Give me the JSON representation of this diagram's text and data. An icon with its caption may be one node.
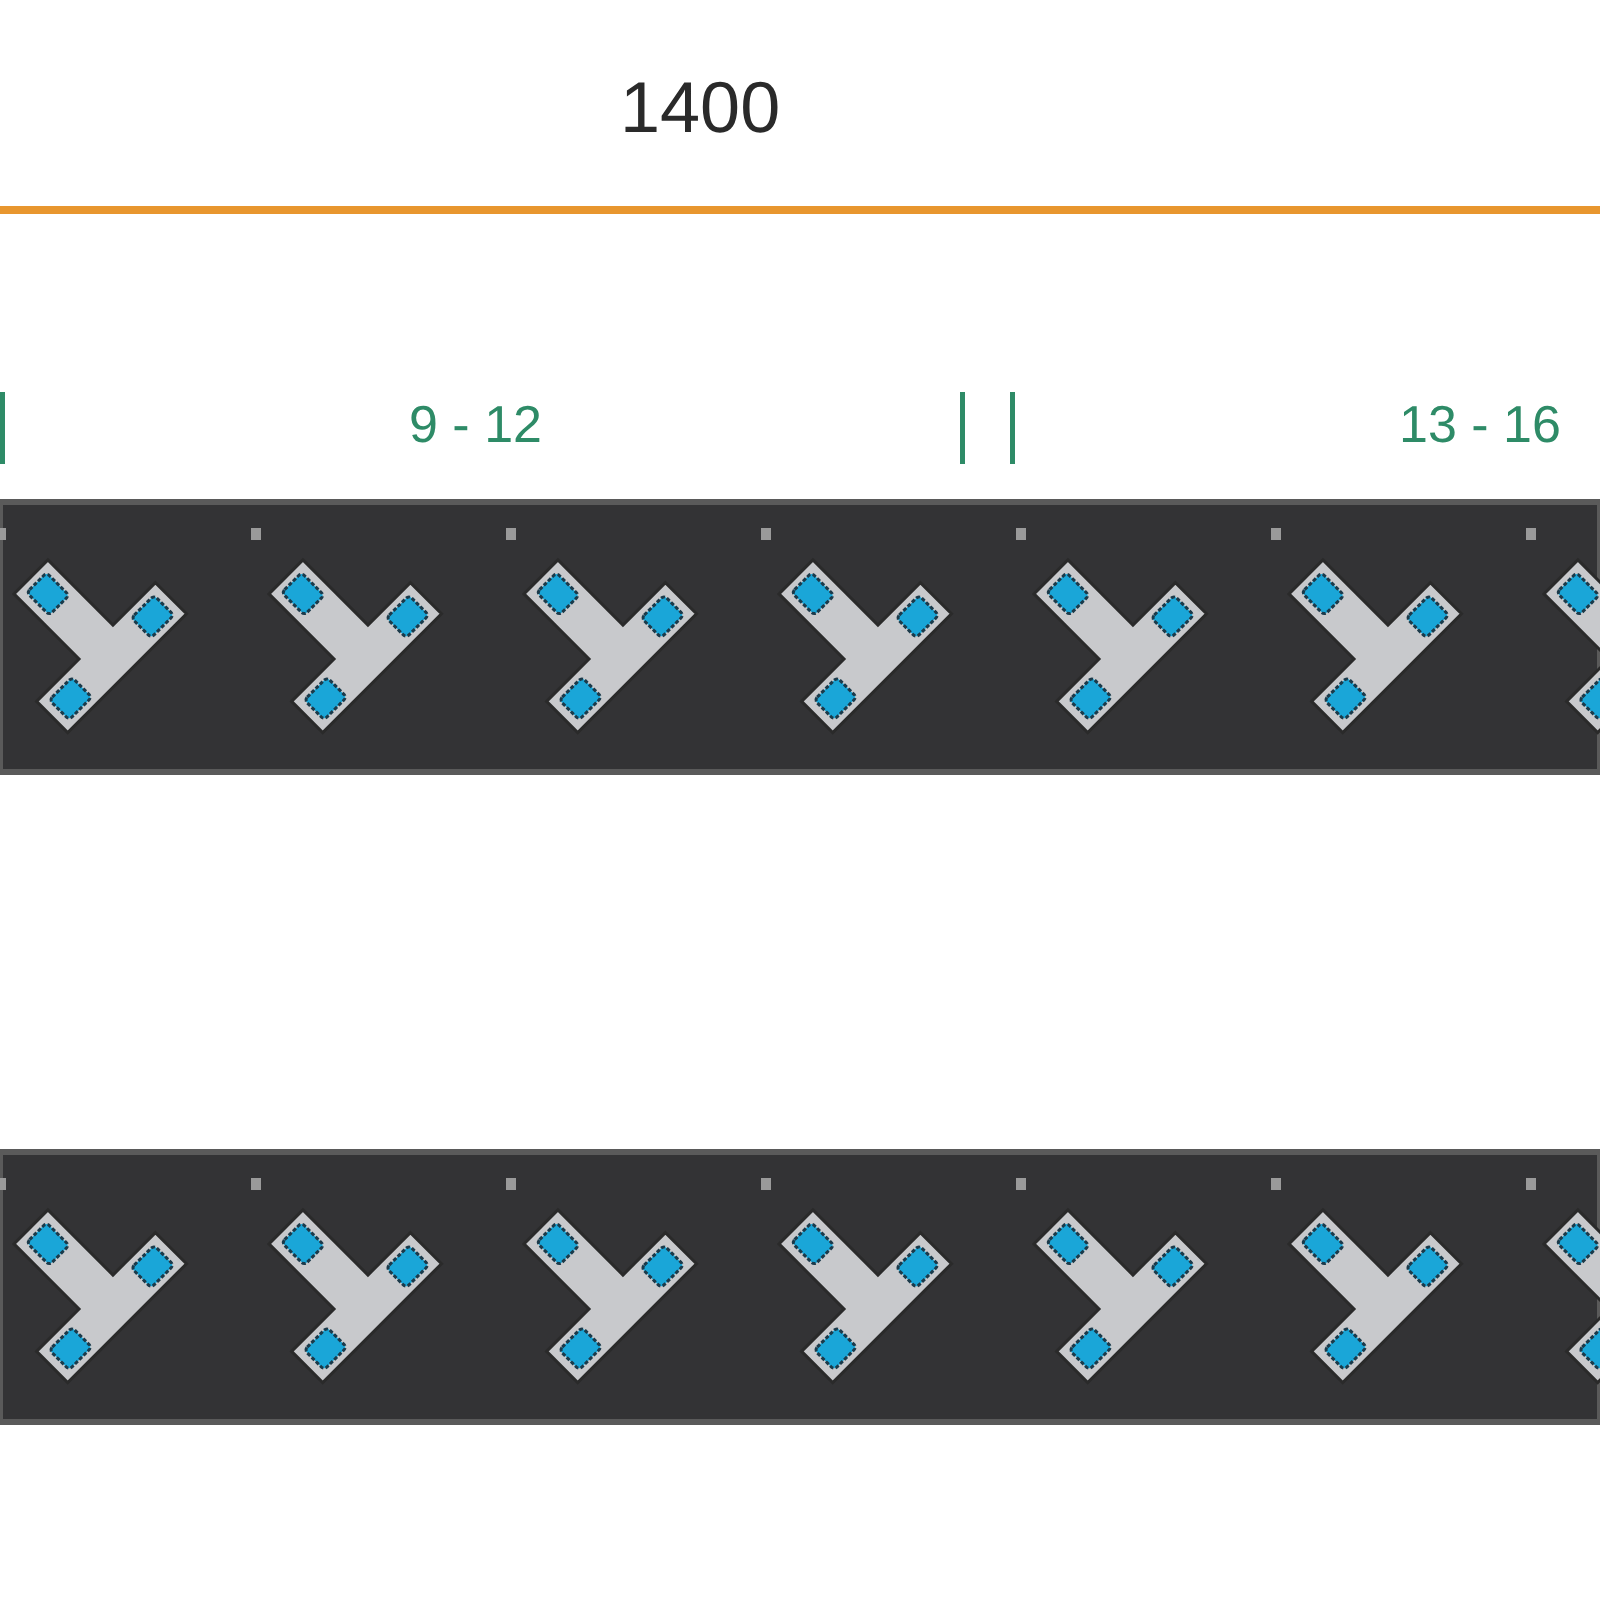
{
  "diagram": {
    "labels": [
      "1400",
      "9 - 12",
      "13 - 16"
    ]
  }
}
